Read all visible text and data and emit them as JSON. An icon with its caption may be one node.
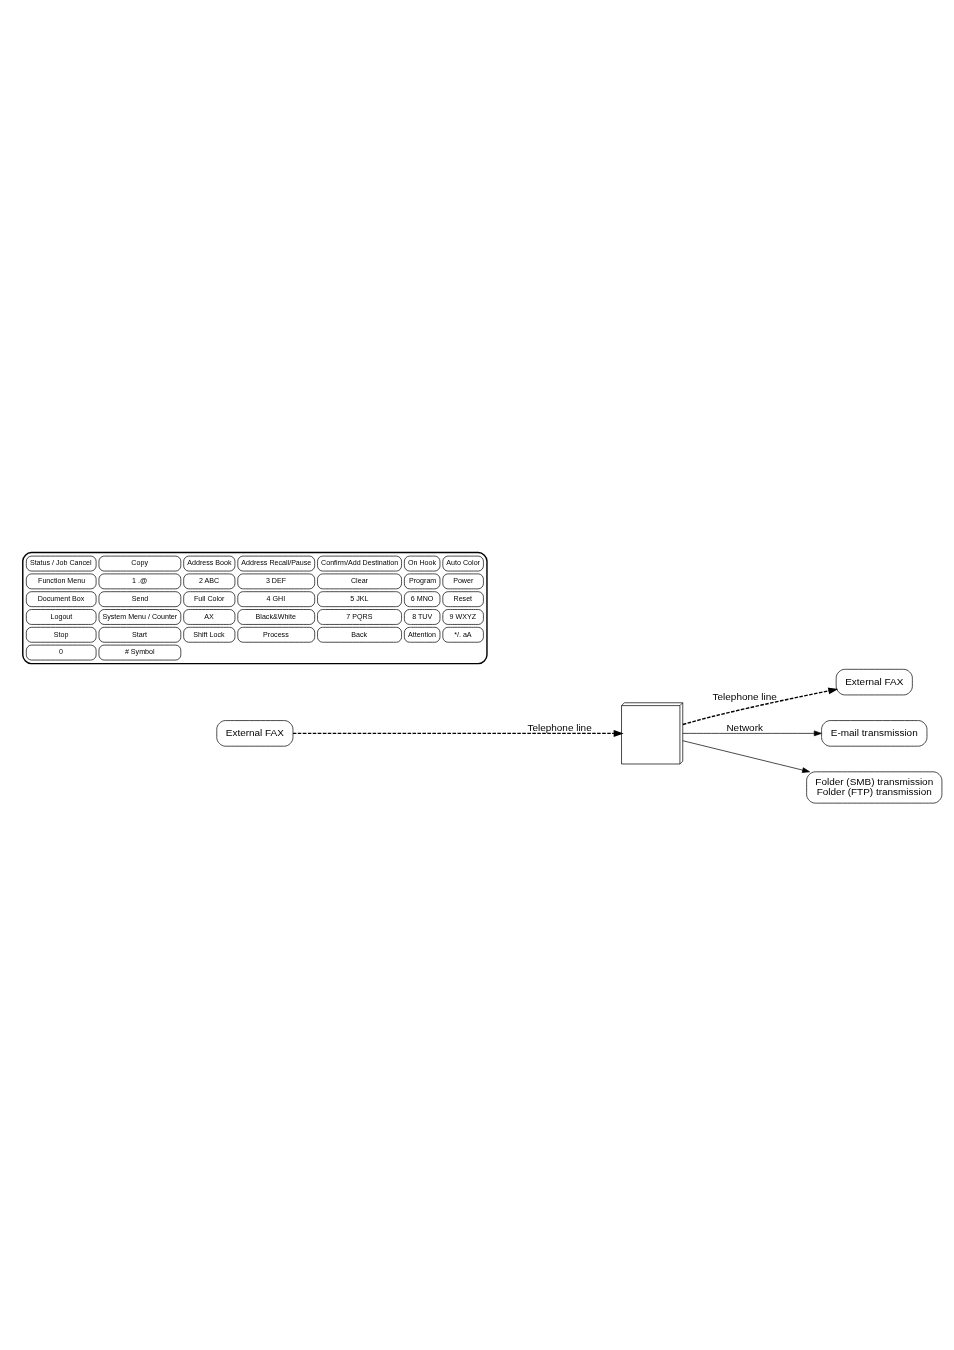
{
  "diagram": {
    "nodes": [
      {
        "text": [
          "External FAX"
        ]
      },
      {
        "text": [],
        "shape": "picture"
      },
      {
        "text": [
          "External FAX"
        ]
      },
      {
        "text": [
          "E-mail transmission"
        ]
      },
      {
        "text": [
          "Folder (SMB) transmission",
          "Folder (FTP) transmission"
        ]
      }
    ],
    "edges": [
      {
        "from": 0,
        "to": 1,
        "arrow": "to",
        "style": "dashed",
        "label": "Telephone line"
      },
      {
        "from": 1,
        "to": 2,
        "arrow": "to",
        "style": "dashed",
        "label": "Telephone line"
      },
      {
        "from": 1,
        "to": 3,
        "arrow": "to",
        "label": "Network"
      },
      {
        "from": 1,
        "to": 4,
        "arrow": "to"
      }
    ],
    "labels": [
      "Status / Job Cancel",
      "Copy",
      "Address Book",
      "Address Recall/Pause",
      "Confirm/Add Destination",
      "On Hook",
      "Auto Color",
      "Function Menu",
      "1 .@",
      "2 ABC",
      "3 DEF",
      "Clear",
      "Program",
      "Power",
      "Document Box",
      "Send",
      "Full Color",
      "4 GHI",
      "5 JKL",
      "6 MNO",
      "Reset",
      "Logout",
      "System Menu / Counter",
      "AX",
      "Black&White",
      "7 PQRS",
      "8 TUV",
      "9 WXYZ",
      "Stop",
      "Start",
      "Shift Lock",
      "Process",
      "Back",
      "Attention",
      "*/. aA",
      "0",
      "# Symbol"
    ]
  }
}
